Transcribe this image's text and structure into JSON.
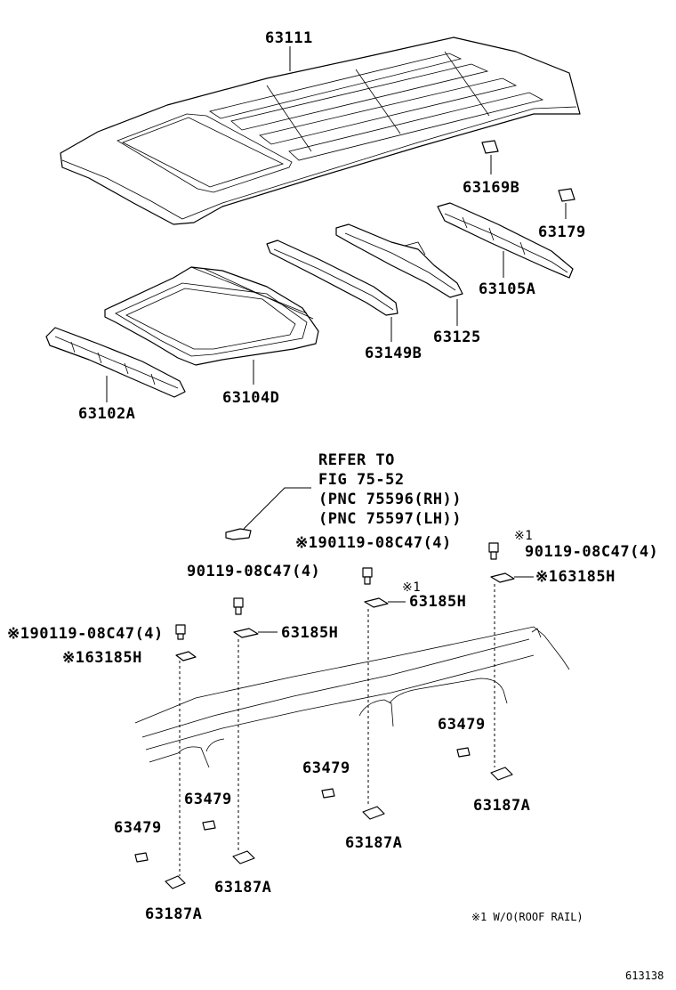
{
  "labels": {
    "roof_panel": "63111",
    "sub_63169b": "63169B",
    "sub_63179": "63179",
    "sub_63105a": "63105A",
    "sub_63125": "63125",
    "sub_63149b": "63149B",
    "sub_63104d": "63104D",
    "sub_63102a": "63102A",
    "refer_1": "REFER TO",
    "refer_2": "FIG 75-52",
    "refer_3": "(PNC 75596(RH))",
    "refer_4": "(PNC 75597(LH))",
    "screw_a": "※190119-08C47(4)",
    "screw_b_mark": "※1",
    "screw_b": "90119-08C47(4)",
    "screw_c": "90119-08C47(4)",
    "screw_d": "※190119-08C47(4)",
    "cover_a": "※163185H",
    "cover_b_mark": "※1",
    "cover_b": "63185H",
    "cover_c": "63185H",
    "cover_d": "※163185H",
    "clip_1": "63479",
    "clip_2": "63479",
    "clip_3": "63479",
    "clip_4": "63479",
    "bracket_1": "63187A",
    "bracket_2": "63187A",
    "bracket_3": "63187A",
    "bracket_4": "63187A",
    "footnote": "※1  W/O(ROOF RAIL)",
    "figure_number": "613138"
  }
}
